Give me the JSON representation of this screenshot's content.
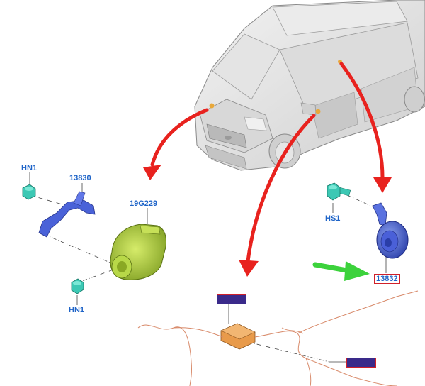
{
  "callouts": {
    "hn1_top": "HN1",
    "part_13830": "13830",
    "part_19g229": "19G229",
    "hn1_bottom": "HN1",
    "hs1": "HS1",
    "part_13832": "13832",
    "part_center_redacted": "",
    "part_right_redacted": ""
  },
  "colors": {
    "arrow_red": "#e8221e",
    "arrow_green": "#3cd23c",
    "bracket_blue": "#4a62d8",
    "fastener_teal": "#3cc8b4",
    "unit_green": "#a6c832",
    "module_orange": "#e89a4a",
    "horn_blue": "#3c58d0",
    "harness": "#d88a6a",
    "label_blue": "#1e64c8",
    "highlight_red": "#d0202a"
  }
}
